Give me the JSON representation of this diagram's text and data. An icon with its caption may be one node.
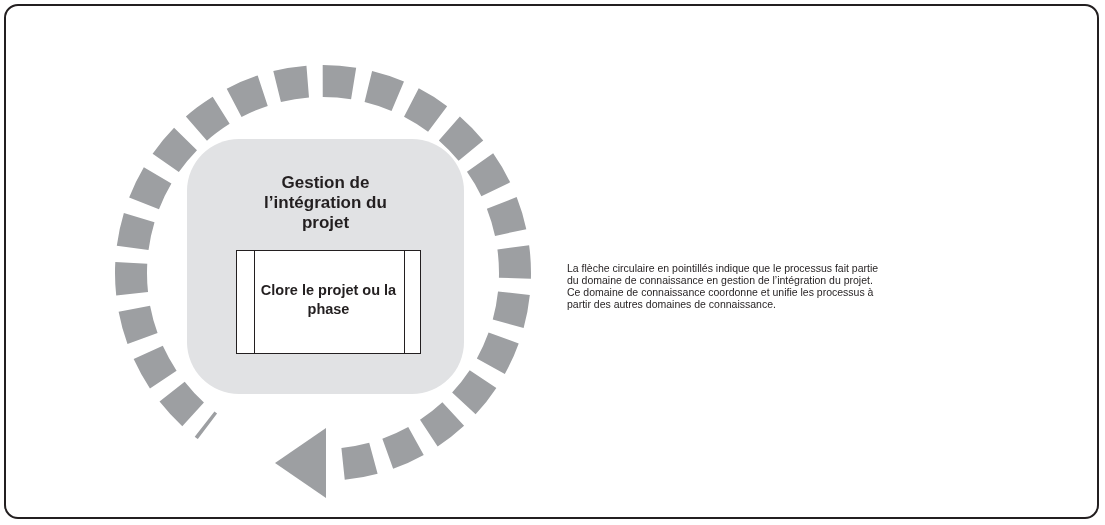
{
  "diagram": {
    "nodes": [
      {
        "text": [
          "Gestion de l’intégration du projet"
        ]
      },
      {
        "text": [
          "Clore le projet ou la phase"
        ],
        "in": 0
      }
    ],
    "labels": [
      "La flèche circulaire en pointillés indique que le processus fait partie du domaine de connaissance en gestion de l’intégration du projet. Ce domaine de connaissance coordonne et unifie les processus à partir des autres domaines de connaissance."
    ]
  }
}
